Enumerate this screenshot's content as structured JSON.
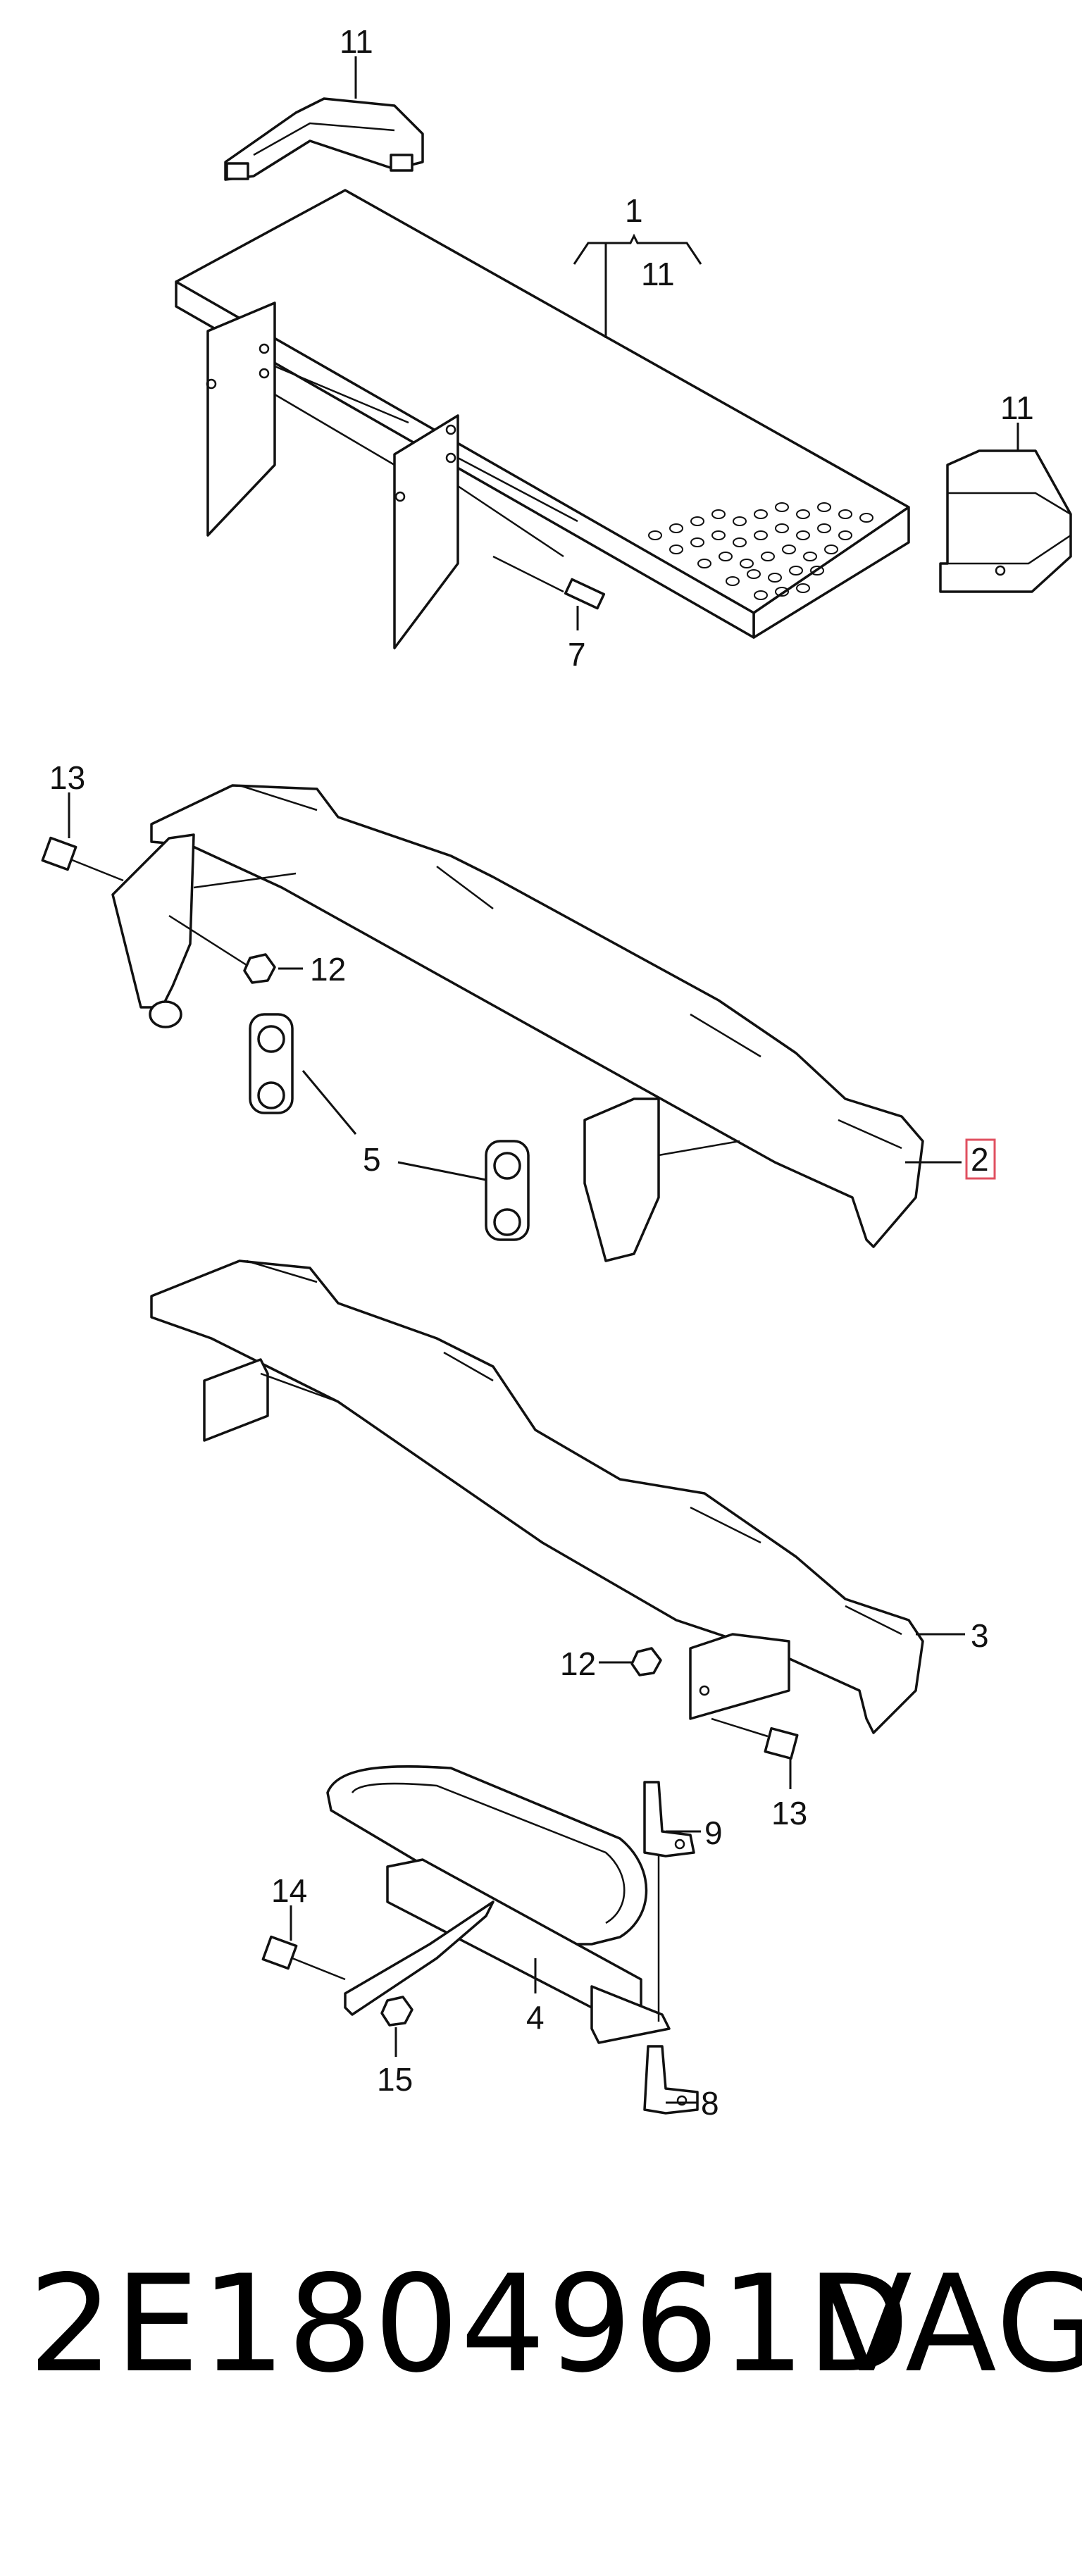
{
  "diagram": {
    "callouts": {
      "c11_top": "11",
      "c1": "1",
      "c11_mid": "11",
      "c11_right": "11",
      "c7": "7",
      "c13_upper": "13",
      "c12_upper": "12",
      "c5": "5",
      "c2": "2",
      "c3": "3",
      "c12_lower": "12",
      "c13_lower": "13",
      "c9": "9",
      "c14": "14",
      "c4": "4",
      "c15": "15",
      "c8": "8"
    },
    "highlight_color": "#e05060"
  },
  "footer": {
    "part_number": "2E1804961D",
    "brand": "VAG"
  }
}
